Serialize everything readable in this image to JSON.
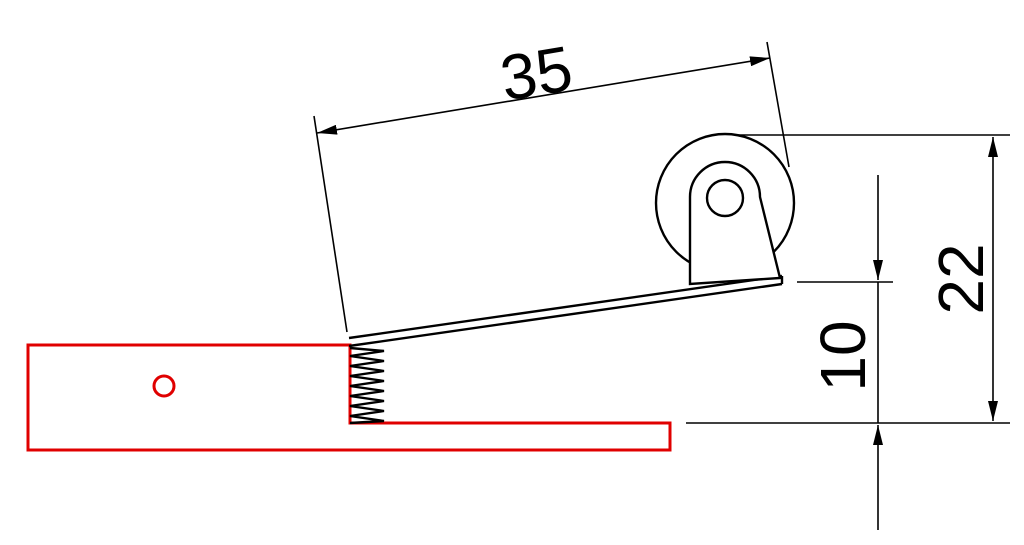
{
  "drawing": {
    "dimensions": {
      "length_label": "35",
      "height_total_label": "22",
      "height_lower_label": "10"
    },
    "colors": {
      "base_outline": "#e00000",
      "lever_outline": "#000000",
      "background": "#ffffff"
    }
  }
}
